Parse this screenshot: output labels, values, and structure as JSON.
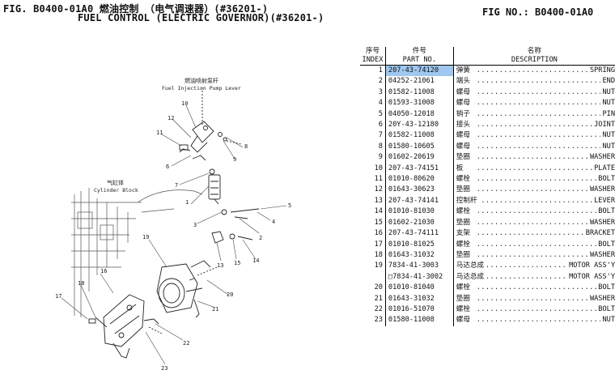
{
  "header": {
    "title_line1": "FIG. B0400-01A0 燃油控制 （电气调速器）(#36201-)",
    "title_line2": "FUEL CONTROL (ELECTRIC GOVERNOR)(#36201-)",
    "fig_no": "FIG NO.: B0400-01A0"
  },
  "diagram": {
    "label_pump_lever_zh": "燃油喷射泵杆",
    "label_pump_lever_en": "Fuel Injection Pump Lever",
    "label_cylinder_zh": "气缸体",
    "label_cylinder_en": "Cylinder Block",
    "callouts": [
      "1",
      "2",
      "3",
      "4",
      "5",
      "6",
      "7",
      "8",
      "9",
      "10",
      "11",
      "12",
      "13",
      "14",
      "15",
      "16",
      "17",
      "18",
      "19",
      "20",
      "21",
      "22",
      "23"
    ]
  },
  "table": {
    "headers": {
      "index_zh": "序号",
      "index_en": "INDEX",
      "part_zh": "件号",
      "part_en": "PART NO.",
      "desc_zh": "名称",
      "desc_en": "DESCRIPTION"
    },
    "rows": [
      {
        "index": "1",
        "part_no": "207-43-74120",
        "zh": "弹簧",
        "en": "SPRING",
        "selected": true
      },
      {
        "index": "2",
        "part_no": "04252-21061",
        "zh": "端头",
        "en": "END"
      },
      {
        "index": "3",
        "part_no": "01582-11008",
        "zh": "螺母",
        "en": "NUT"
      },
      {
        "index": "4",
        "part_no": "01593-31008",
        "zh": "螺母",
        "en": "NUT"
      },
      {
        "index": "5",
        "part_no": "04050-12018",
        "zh": "销子",
        "en": "PIN"
      },
      {
        "index": "6",
        "part_no": "20Y-43-12180",
        "zh": "接头",
        "en": "JOINT"
      },
      {
        "index": "7",
        "part_no": "01582-11008",
        "zh": "螺母",
        "en": "NUT"
      },
      {
        "index": "8",
        "part_no": "01580-10605",
        "zh": "螺母",
        "en": "NUT"
      },
      {
        "index": "9",
        "part_no": "01602-20619",
        "zh": "垫圈",
        "en": "WASHER"
      },
      {
        "index": "10",
        "part_no": "207-43-74151",
        "zh": "板",
        "en": "PLATE"
      },
      {
        "index": "11",
        "part_no": "01010-80620",
        "zh": "螺栓",
        "en": "BOLT"
      },
      {
        "index": "12",
        "part_no": "01643-30623",
        "zh": "垫圈",
        "en": "WASHER"
      },
      {
        "index": "13",
        "part_no": "207-43-74141",
        "zh": "控制杆",
        "en": "LEVER"
      },
      {
        "index": "14",
        "part_no": "01010-81030",
        "zh": "螺栓",
        "en": "BOLT"
      },
      {
        "index": "15",
        "part_no": "01602-21030",
        "zh": "垫圈",
        "en": "WASHER"
      },
      {
        "index": "16",
        "part_no": "207-43-74111",
        "zh": "支架",
        "en": "BRACKET"
      },
      {
        "index": "17",
        "part_no": "01010-81025",
        "zh": "螺栓",
        "en": "BOLT"
      },
      {
        "index": "18",
        "part_no": "01643-31032",
        "zh": "垫圈",
        "en": "WASHER"
      },
      {
        "index": "19",
        "part_no": "7834-41-3003",
        "zh": "马达总成",
        "en": "MOTOR ASS'Y"
      },
      {
        "index": "",
        "part_no": "□7834-41-3002",
        "zh": "马达总成",
        "en": "MOTOR ASS'Y"
      },
      {
        "index": "20",
        "part_no": "01010-81040",
        "zh": "螺栓",
        "en": "BOLT"
      },
      {
        "index": "21",
        "part_no": "01643-31032",
        "zh": "垫圈",
        "en": "WASHER"
      },
      {
        "index": "22",
        "part_no": "01016-51070",
        "zh": "螺栓",
        "en": "BOLT"
      },
      {
        "index": "23",
        "part_no": "01580-11008",
        "zh": "螺母",
        "en": "NUT"
      }
    ]
  }
}
